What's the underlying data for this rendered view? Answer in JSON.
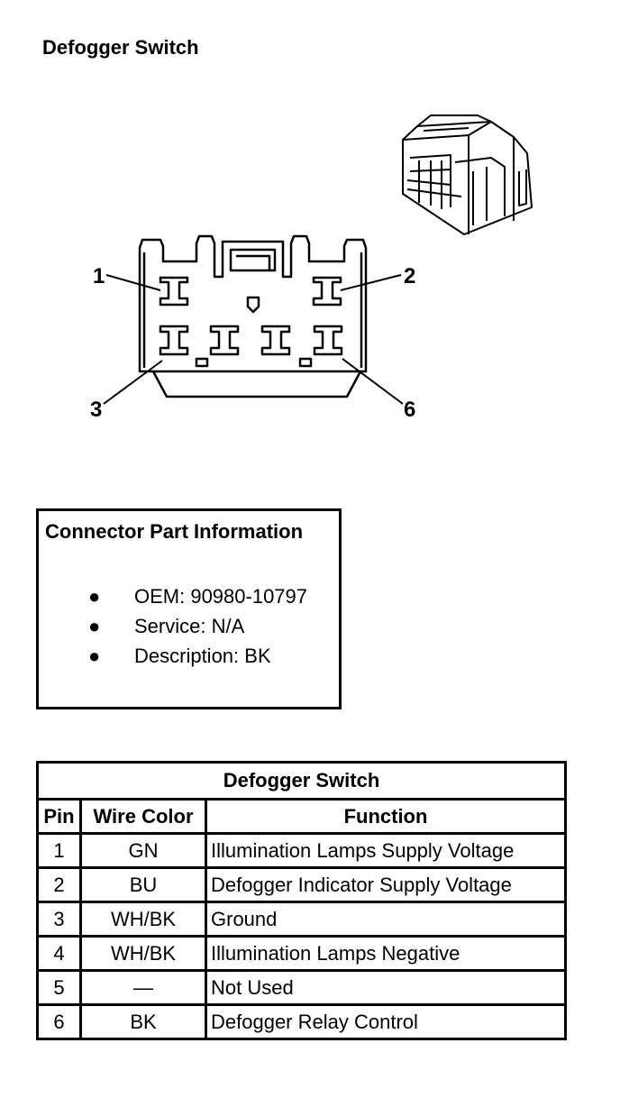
{
  "diagram": {
    "title": "Defogger Switch",
    "pin_labels": [
      "1",
      "2",
      "3",
      "6"
    ]
  },
  "connector_info": {
    "title": "Connector Part Information",
    "items": [
      "OEM: 90980-10797",
      "Service: N/A",
      "Description: BK"
    ]
  },
  "pin_table": {
    "caption": "Defogger Switch",
    "headers": [
      "Pin",
      "Wire Color",
      "Function"
    ],
    "rows": [
      {
        "pin": "1",
        "color": "GN",
        "function": "Illumination Lamps Supply Voltage"
      },
      {
        "pin": "2",
        "color": "BU",
        "function": "Defogger Indicator Supply Voltage"
      },
      {
        "pin": "3",
        "color": "WH/BK",
        "function": "Ground"
      },
      {
        "pin": "4",
        "color": "WH/BK",
        "function": "Illumination Lamps Negative"
      },
      {
        "pin": "5",
        "color": "—",
        "function": "Not Used"
      },
      {
        "pin": "6",
        "color": "BK",
        "function": "Defogger Relay Control"
      }
    ]
  }
}
